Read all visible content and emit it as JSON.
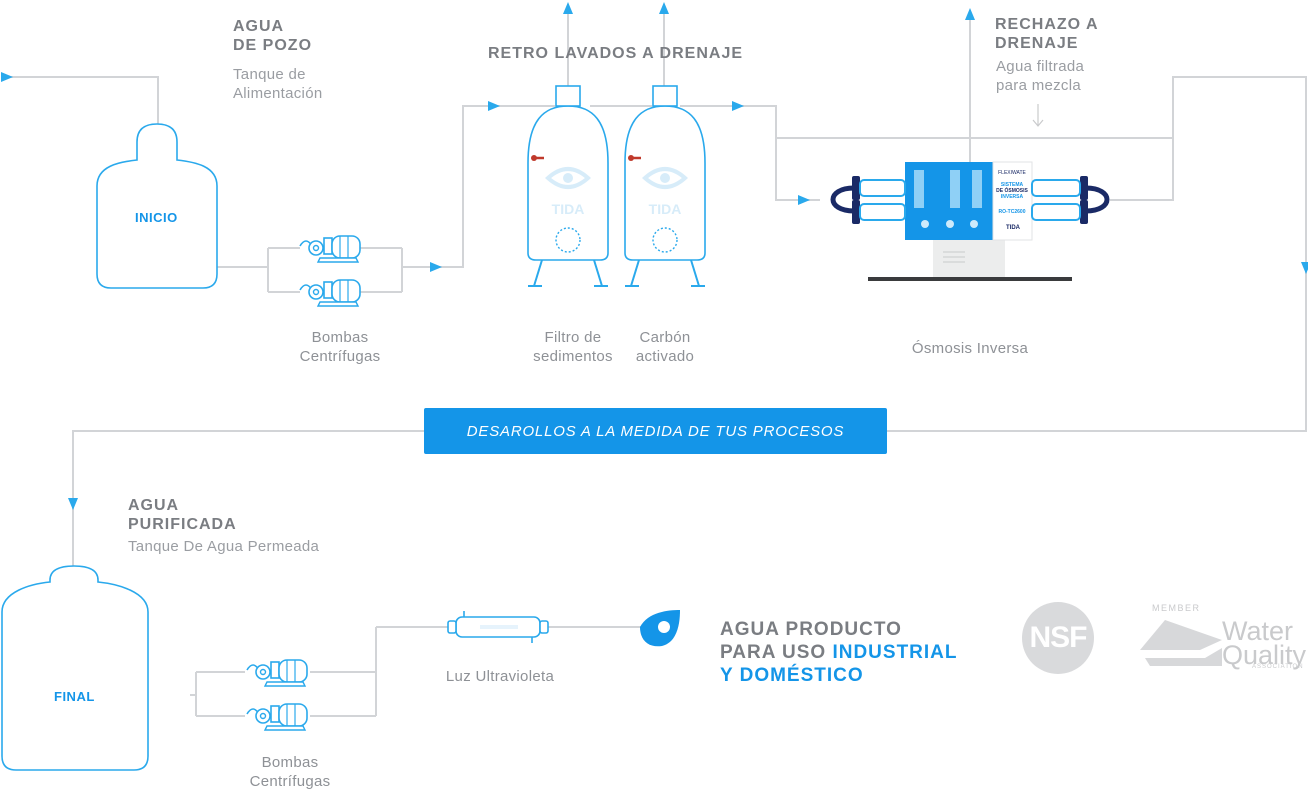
{
  "colors": {
    "pipe": "#d2d4d7",
    "accent": "#1495e8",
    "text": "#7a7d82",
    "equipment_line": "#2aa9ec"
  },
  "headers": {
    "source_title": "AGUA\nDE POZO",
    "source_sub": "Tanque de\nAlimentación",
    "backwash": "RETRO LAVADOS A DRENAJE",
    "reject_title": "RECHAZO A\nDRENAJE",
    "reject_sub": "Agua filtrada\npara mezcla",
    "purified_title": "AGUA\nPURIFICADA",
    "purified_sub": "Tanque De Agua Permeada"
  },
  "tanks": {
    "start": "INICIO",
    "end": "FINAL"
  },
  "filters": {
    "brand": "TIDA"
  },
  "labels": {
    "pumps_top": "Bombas\nCentrífugas",
    "sediment_filter": "Filtro de\nsedimentos",
    "carbon_filter": "Carbón\nactivado",
    "reverse_osmosis": "Ósmosis Inversa",
    "uv_light": "Luz Ultravioleta",
    "pumps_bottom": "Bombas\nCentrífugas"
  },
  "ro_panel": {
    "brand": "TIDA",
    "system_line1": "SISTEMA",
    "system_line2": "DE ÓSMOSIS",
    "system_line3": "INVERSA",
    "model": "RO-TC2600",
    "top_logo": "FLEXIWATE"
  },
  "banner": {
    "text": "DESAROLLOS A LA MEDIDA DE TUS PROCESOS"
  },
  "product": {
    "line1": "AGUA PRODUCTO",
    "line2_plain": "PARA USO ",
    "line2_accent": "INDUSTRIAL",
    "line3_accent": "Y DOMÉSTICO"
  },
  "logos": {
    "nsf": "NSF",
    "wqa_member": "MEMBER",
    "wqa_name": "Water\nQuality",
    "wqa_association": "ASSOCIATION"
  }
}
